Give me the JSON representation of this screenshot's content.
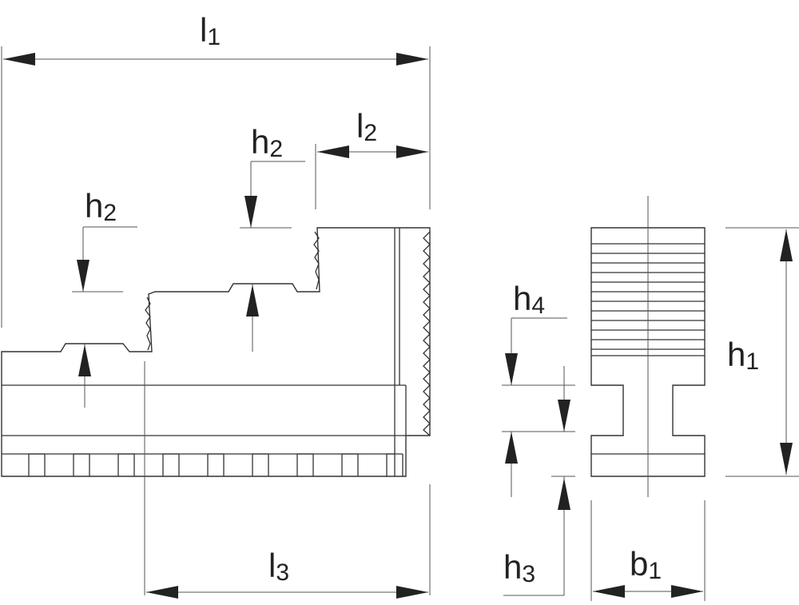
{
  "labels": {
    "l1": {
      "main": "l",
      "sub": "1"
    },
    "l2": {
      "main": "l",
      "sub": "2"
    },
    "l3": {
      "main": "l",
      "sub": "3"
    },
    "h2a": {
      "main": "h",
      "sub": "2"
    },
    "h2b": {
      "main": "h",
      "sub": "2"
    },
    "h1": {
      "main": "h",
      "sub": "1"
    },
    "h3": {
      "main": "h",
      "sub": "3"
    },
    "h4": {
      "main": "h",
      "sub": "4"
    },
    "b1": {
      "main": "b",
      "sub": "1"
    }
  }
}
